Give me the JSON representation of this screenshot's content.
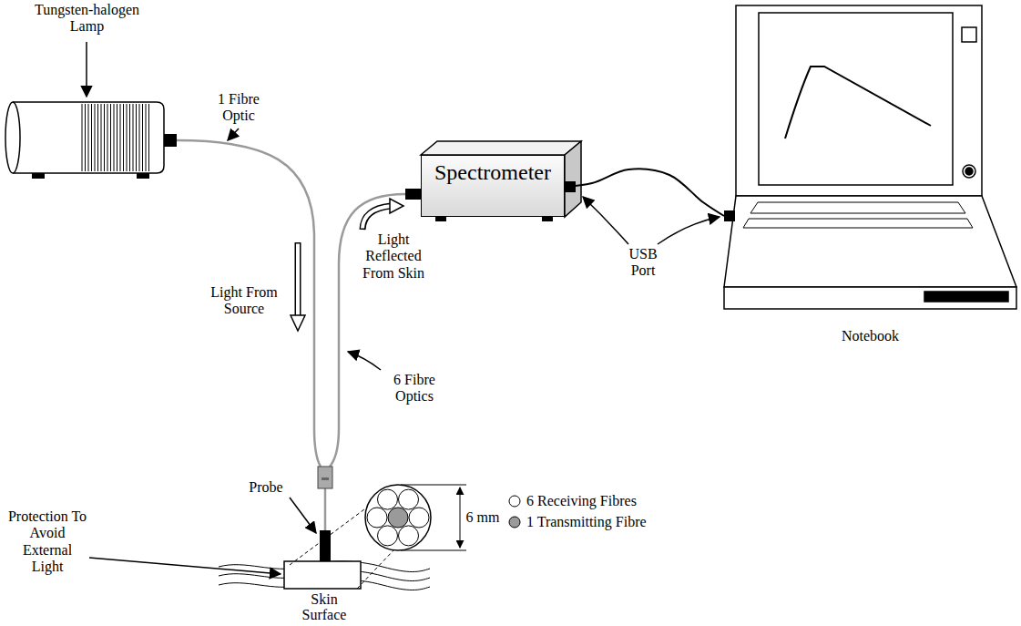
{
  "diagram": {
    "nodes": [
      {
        "text": [
          "Tungsten-halogen Lamp"
        ]
      },
      {
        "text": [
          "Spectrometer"
        ]
      },
      {
        "text": [
          "Notebook"
        ]
      }
    ],
    "edges": [
      {
        "from": 1,
        "to": 2,
        "arrow": "none"
      }
    ],
    "labels": [
      "1 Fibre Optic",
      "Light From Source",
      "Light Reflected From Skin",
      "6 Fibre Optics",
      "USB Port",
      "Probe",
      "Protection To Avoid External Light",
      "Skin Surface",
      "6 mm"
    ],
    "legend": [
      {
        "text": "6 Receiving Fibres"
      },
      {
        "text": "1 Transmitting Fibre"
      }
    ]
  }
}
